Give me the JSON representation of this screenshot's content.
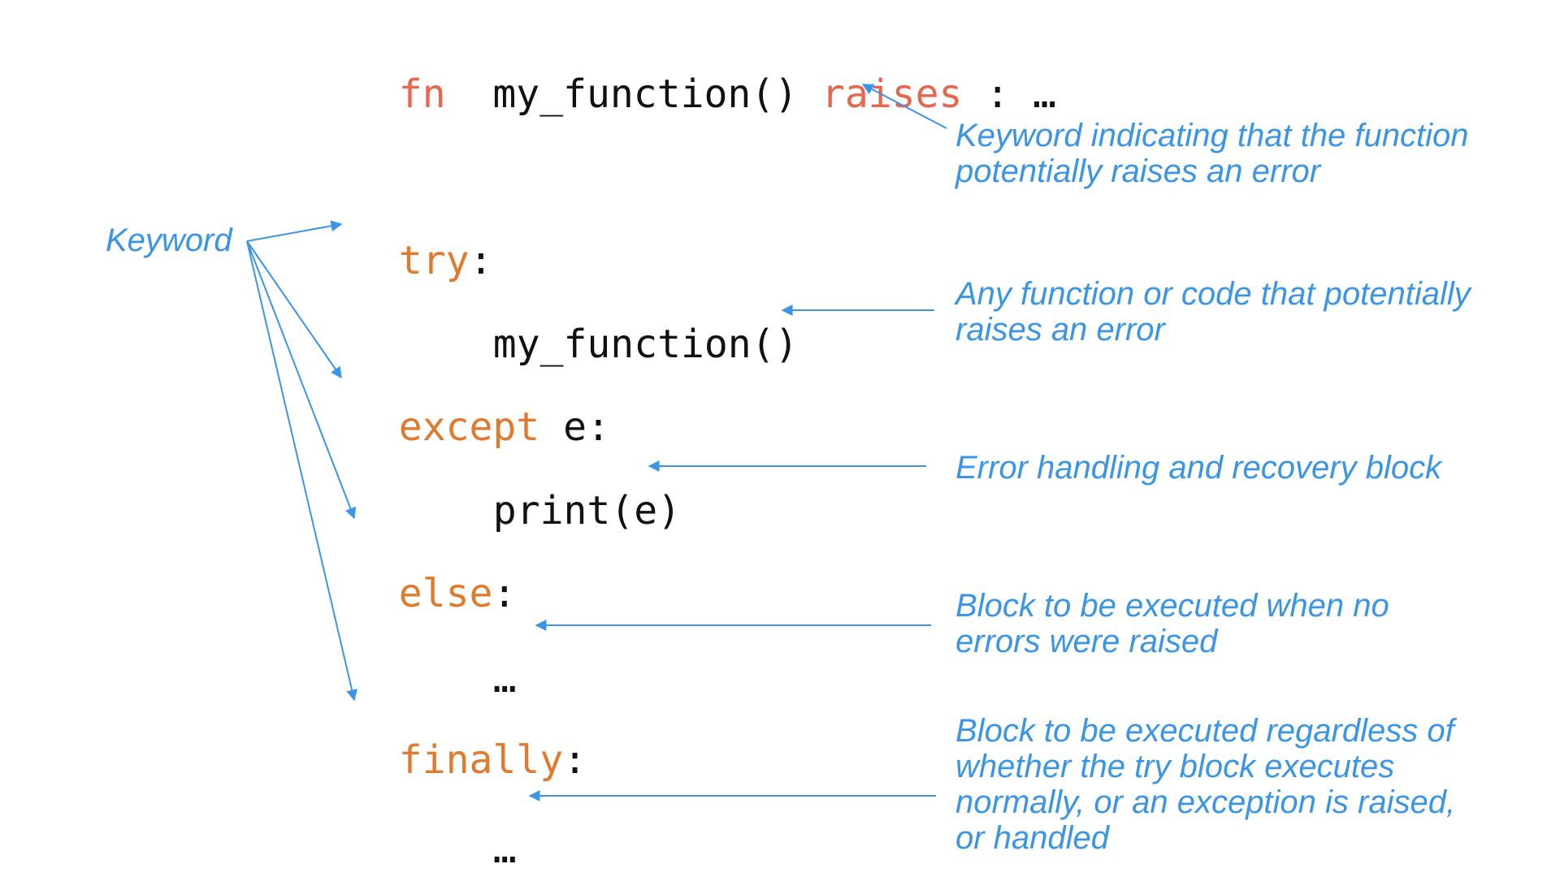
{
  "code": {
    "line_fn": {
      "fn_kw": "fn",
      "signature": "my_function()",
      "raises_kw": "raises",
      "tail": ": …"
    },
    "line_try": {
      "kw": "try",
      "colon": ":"
    },
    "line_call": {
      "text": "my_function()"
    },
    "line_except": {
      "kw": "except",
      "rest": " e:"
    },
    "line_print": {
      "text": "print(e)"
    },
    "line_else": {
      "kw": "else",
      "colon": ":"
    },
    "line_else_body": {
      "text": "…"
    },
    "line_finally": {
      "kw": "finally",
      "colon": ":"
    },
    "line_finally_body": {
      "text": "…"
    }
  },
  "annotations": {
    "raises": [
      "Keyword indicating that the function",
      "potentially raises an error"
    ],
    "keyword": "Keyword",
    "call": [
      "Any function or code that potentially",
      "raises an error"
    ],
    "handling": "Error handling and recovery block",
    "else_block": [
      "Block to be executed when no",
      "errors were raised"
    ],
    "finally_block": [
      "Block to be executed regardless of",
      "whether the try block executes",
      "normally, or an exception is raised,",
      "or handled"
    ]
  },
  "colors": {
    "raises_keyword": "#e8654f",
    "block_keyword": "#e07a2e",
    "code_text": "#111111",
    "annotation": "#3a95e6"
  }
}
